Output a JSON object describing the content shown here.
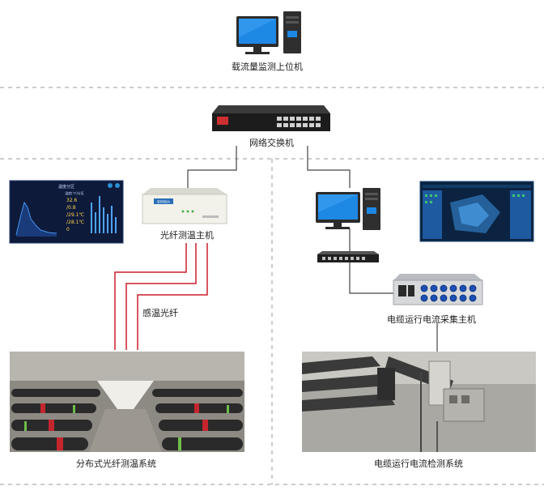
{
  "labels": {
    "monitor_pc": "载流量监测上位机",
    "switch": "网络交换机",
    "fiber_host": "光纤测温主机",
    "sensing_fiber": "感温光纤",
    "current_host": "电缆运行电流采集主机",
    "dts_system": "分布式光纤测温系统",
    "current_system": "电缆运行电流检测系统"
  },
  "colors": {
    "dash_line": "#9a9a9a",
    "connector": "#444444",
    "fiber": "#cc1f2a",
    "screen_blue": "#1e88e5"
  },
  "temperature_screen": {
    "title": "温度分区",
    "subtitle": "温度(℃)分区",
    "readings": [
      "32.6",
      "/0.8",
      "/29.1℃",
      "/28.1℃",
      "0"
    ]
  },
  "device_fiber_host": {
    "brand": "安科电力"
  }
}
